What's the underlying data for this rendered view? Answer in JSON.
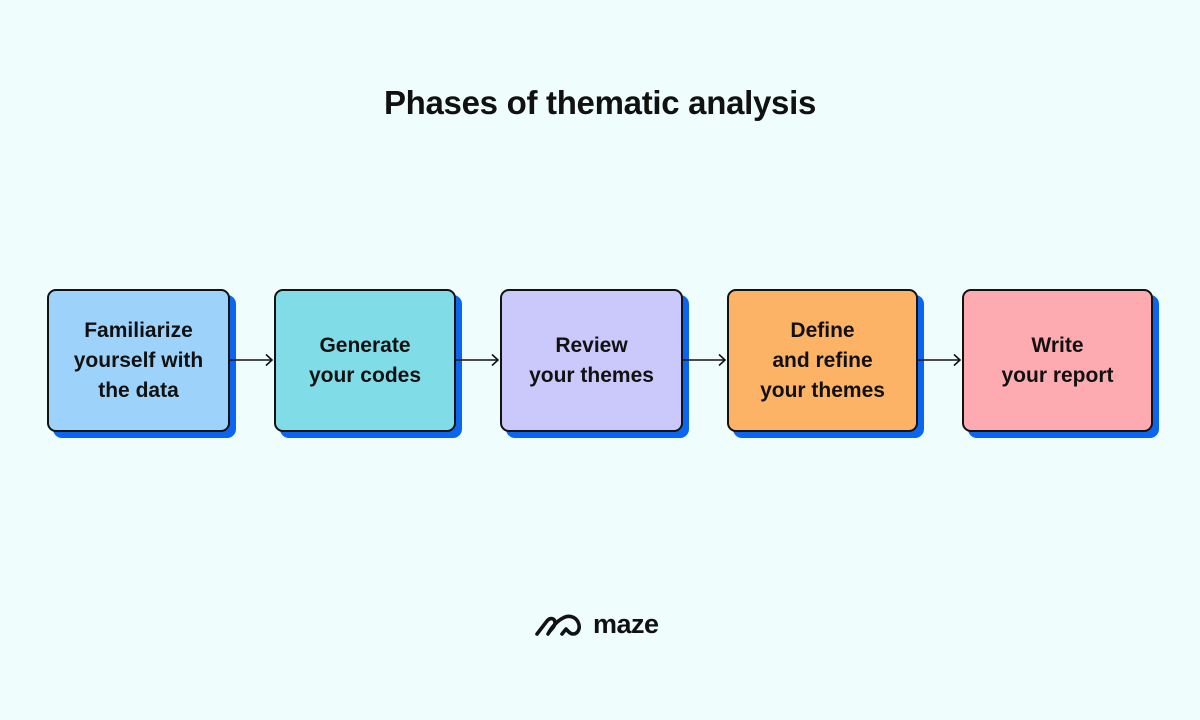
{
  "title": "Phases of thematic analysis",
  "phases": [
    {
      "label": "Familiarize\nyourself with\nthe data",
      "color": "#9dd3fb"
    },
    {
      "label": "Generate\nyour codes",
      "color": "#80dce6"
    },
    {
      "label": "Review\nyour themes",
      "color": "#cbc8fc"
    },
    {
      "label": "Define\nand refine\nyour themes",
      "color": "#fdb366"
    },
    {
      "label": "Write\nyour report",
      "color": "#fdaab0"
    }
  ],
  "shadow_color": "#0a66f0",
  "logo": {
    "text": "maze",
    "icon": "maze-logo-icon"
  }
}
